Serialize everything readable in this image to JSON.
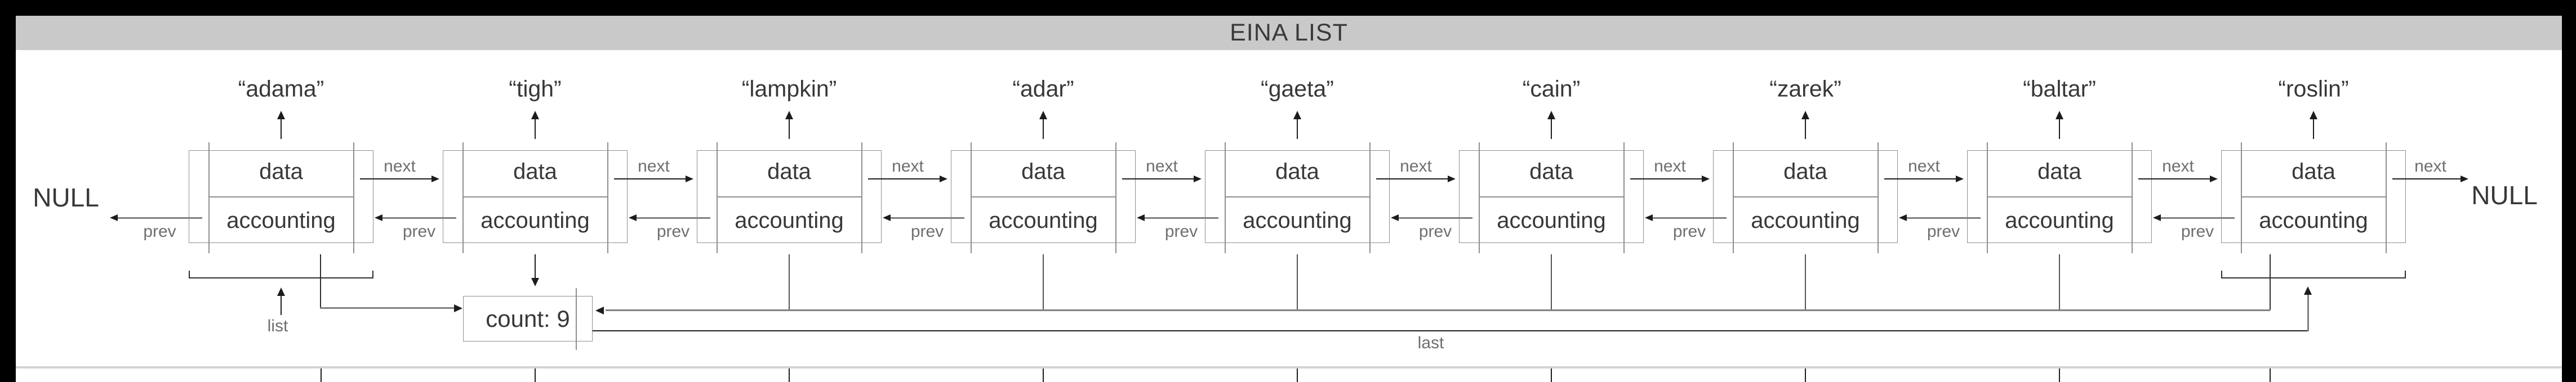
{
  "header": {
    "title": "EINA LIST"
  },
  "labels": {
    "null_left": "NULL",
    "null_right": "NULL",
    "next": "next",
    "prev": "prev",
    "list": "list",
    "last": "last",
    "data": "data",
    "accounting": "accounting"
  },
  "count_box": {
    "text": "count: 9"
  },
  "nodes": [
    {
      "name": "“adama”"
    },
    {
      "name": "“tigh”"
    },
    {
      "name": "“lampkin”"
    },
    {
      "name": "“adar”"
    },
    {
      "name": "“gaeta”"
    },
    {
      "name": "“cain”"
    },
    {
      "name": "“zarek”"
    },
    {
      "name": "“baltar”"
    },
    {
      "name": "“roslin”"
    }
  ],
  "colors": {
    "frame_black": "#000000",
    "title_bar_bg": "#c9c9c9",
    "title_text": "#3a3a3a",
    "structure_gray": "#8f8f8f",
    "text_dark": "#383838",
    "label_gray": "#6f6f6f",
    "pointer_gray": "#808080",
    "arrow_black": "#1c1c1c",
    "bottom_line_gray": "#d2d2d2"
  }
}
